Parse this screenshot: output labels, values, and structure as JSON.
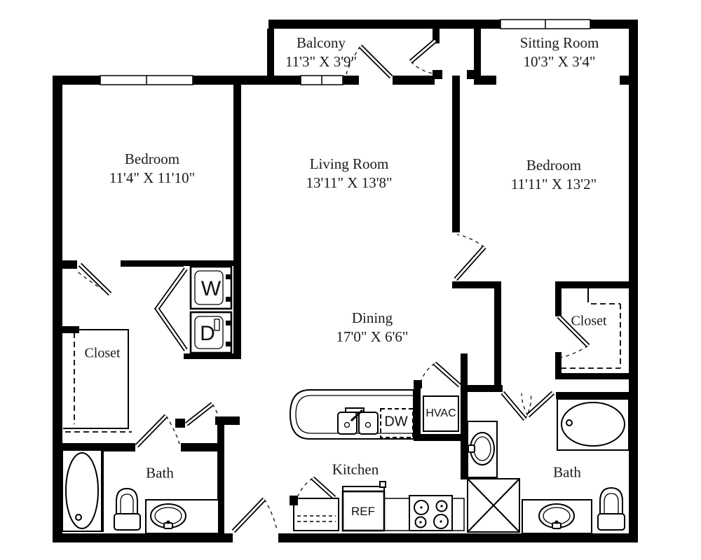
{
  "rooms": {
    "balcony": {
      "name": "Balcony",
      "dims": "11'3\" X 3'9\""
    },
    "sitting_room": {
      "name": "Sitting Room",
      "dims": "10'3\" X 3'4\""
    },
    "bedroom_left": {
      "name": "Bedroom",
      "dims": "11'4\" X 11'10\""
    },
    "living_room": {
      "name": "Living Room",
      "dims": "13'11\" X 13'8\""
    },
    "bedroom_right": {
      "name": "Bedroom",
      "dims": "11'11\" X 13'2\""
    },
    "dining": {
      "name": "Dining",
      "dims": "17'0\" X 6'6\""
    },
    "closet_left": {
      "name": "Closet"
    },
    "closet_right": {
      "name": "Closet"
    },
    "bath_left": {
      "name": "Bath"
    },
    "bath_right": {
      "name": "Bath"
    },
    "kitchen": {
      "name": "Kitchen"
    }
  },
  "appliances": {
    "washer": "W",
    "dryer": "D",
    "dishwasher": "DW",
    "hvac": "HVAC",
    "refrigerator": "REF"
  },
  "colors": {
    "walls": "#000000",
    "background": "#ffffff",
    "text": "#1b1b1b"
  }
}
